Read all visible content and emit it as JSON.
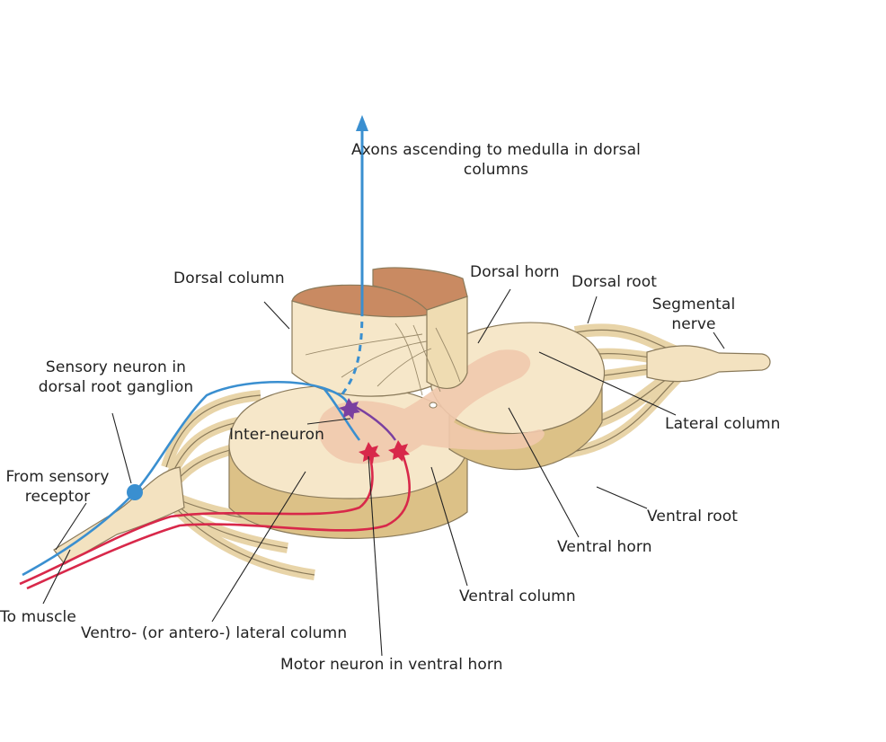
{
  "labels": {
    "axons_ascending_line1": "Axons ascending to medulla in dorsal",
    "axons_ascending_line2": "columns",
    "dorsal_column": "Dorsal column",
    "dorsal_horn": "Dorsal horn",
    "dorsal_root": "Dorsal root",
    "segmental_nerve_line1": "Segmental",
    "segmental_nerve_line2": "nerve",
    "sensory_neuron_line1": "Sensory neuron in",
    "sensory_neuron_line2": "dorsal root ganglion",
    "inter_neuron": "Inter-neuron",
    "lateral_column": "Lateral column",
    "from_sensory_line1": "From sensory",
    "from_sensory_line2": "receptor",
    "ventral_root": "Ventral root",
    "ventral_horn": "Ventral horn",
    "ventral_column": "Ventral column",
    "to_muscle": "To muscle",
    "ventrolateral_column": "Ventro- (or antero-) lateral column",
    "motor_neuron": "Motor neuron in ventral horn"
  },
  "colors": {
    "white_matter": "#f6e7c9",
    "white_matter_side": "#dcc187",
    "gray_matter": "#f1c9ad",
    "dorsal_top": "#c98a62",
    "outline": "#8a7a5a",
    "sensory_neuron": "#3a8fd0",
    "motor_neuron": "#d8284a",
    "inter_neuron": "#7a3fa0",
    "leader_line": "#222222"
  }
}
